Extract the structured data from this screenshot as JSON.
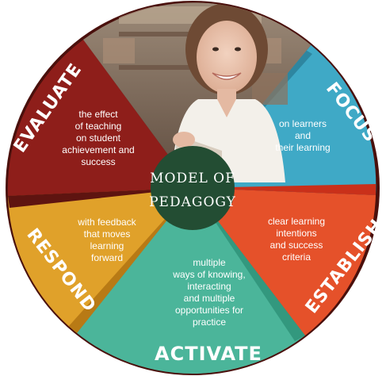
{
  "center": {
    "line1": "MODEL OF",
    "line2": "PEDAGOGY"
  },
  "segments": {
    "focus": {
      "title": "FOCUS",
      "lines": [
        "on learners",
        "and",
        "their learning"
      ],
      "color": "#3FA9C6"
    },
    "establish": {
      "title": "ESTABLISH",
      "lines": [
        "clear learning",
        "intentions",
        "and success",
        "criteria"
      ],
      "color": "#E5512A"
    },
    "activate": {
      "title": "ACTIVATE",
      "lines": [
        "multiple",
        "ways of knowing,",
        "interacting",
        "and multiple",
        "opportunities for",
        "practice"
      ],
      "color": "#4BB59A"
    },
    "respond": {
      "title": "RESPOND",
      "lines": [
        "with feedback",
        "that moves",
        "learning",
        "forward"
      ],
      "color": "#E0A12A"
    },
    "evaluate": {
      "title": "EVALUATE",
      "lines": [
        "the effect",
        "of teaching",
        "on student",
        "achievement and",
        "success"
      ],
      "color": "#8E1E1A"
    }
  },
  "photo": {
    "subject": "smiling student holding a book",
    "colors": [
      "#C7B7A2",
      "#F3F0EA",
      "#7B5A45"
    ]
  },
  "colors": {
    "center": "#234D33",
    "ring_dark": "#5E1410"
  }
}
